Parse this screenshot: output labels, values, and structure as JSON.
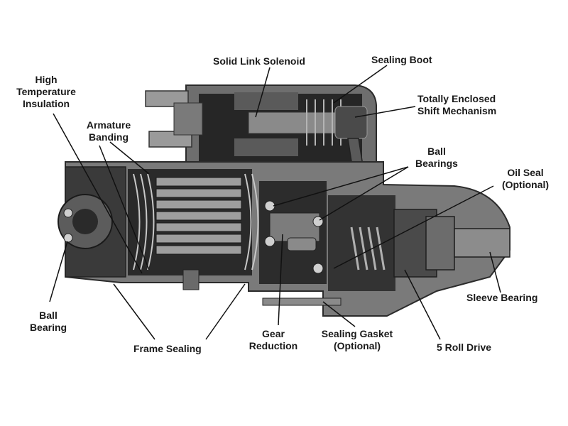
{
  "labels": {
    "solid_link_solenoid": "Solid Link Solenoid",
    "sealing_boot": "Sealing Boot",
    "high_temp_1": "High",
    "high_temp_2": "Temperature",
    "high_temp_3": "Insulation",
    "totally_enclosed_1": "Totally Enclosed",
    "totally_enclosed_2": "Shift Mechanism",
    "armature_banding_1": "Armature",
    "armature_banding_2": "Banding",
    "ball_bearings_1": "Ball",
    "ball_bearings_2": "Bearings",
    "oil_seal_1": "Oil Seal",
    "oil_seal_2": "(Optional)",
    "sleeve_bearing": "Sleeve Bearing",
    "ball_bearing_1": "Ball",
    "ball_bearing_2": "Bearing",
    "frame_sealing": "Frame Sealing",
    "gear_reduction_1": "Gear",
    "gear_reduction_2": "Reduction",
    "sealing_gasket_1": "Sealing Gasket",
    "sealing_gasket_2": "(Optional)",
    "roll_drive": "5 Roll Drive"
  },
  "colors": {
    "housing": "#7a7a7a",
    "housing_dark": "#3c3c3c",
    "interior": "#1e1e1e",
    "highlight": "#bdbdbd",
    "leader": "#111111"
  }
}
